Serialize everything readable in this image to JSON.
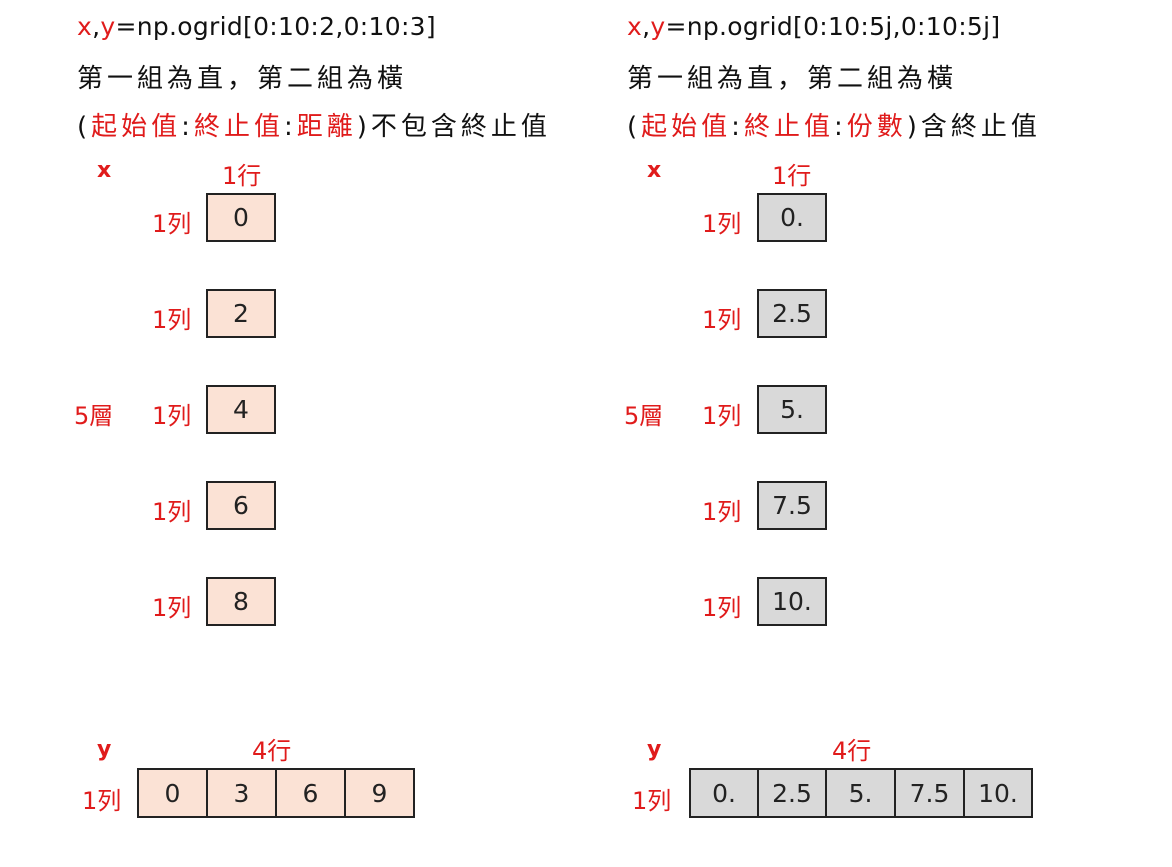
{
  "colors": {
    "red": "#e01b1b",
    "peach": "#fbe2d5",
    "gray": "#d9d9d9"
  },
  "left": {
    "code_x": "x",
    "code_comma": ",",
    "code_y": "y",
    "code_rest": "=np.ogrid[0:10:2,0:10:3]",
    "line2": "第一組為直，第二組為橫",
    "paren_open": "(",
    "start": "起始值",
    "colon1": ":",
    "stop": "終止值",
    "colon2": ":",
    "step": "距離",
    "paren_close": ")",
    "tail": "不包含終止值",
    "x_label": "x",
    "col_label": "1行",
    "layers_label": "5層",
    "x_rows": [
      {
        "row_label": "1列",
        "value": "0"
      },
      {
        "row_label": "1列",
        "value": "2"
      },
      {
        "row_label": "1列",
        "value": "4"
      },
      {
        "row_label": "1列",
        "value": "6"
      },
      {
        "row_label": "1列",
        "value": "8"
      }
    ],
    "y_label": "y",
    "y_col_label": "4行",
    "y_row_label": "1列",
    "y_values": [
      "0",
      "3",
      "6",
      "9"
    ]
  },
  "right": {
    "code_x": "x",
    "code_comma": ",",
    "code_y": "y",
    "code_rest": "=np.ogrid[0:10:5j,0:10:5j]",
    "line2": "第一組為直，第二組為橫",
    "paren_open": "(",
    "start": "起始值",
    "colon1": ":",
    "stop": "終止值",
    "colon2": ":",
    "step": "份數",
    "paren_close": ")",
    "tail": "含終止值",
    "x_label": "x",
    "col_label": "1行",
    "layers_label": "5層",
    "x_rows": [
      {
        "row_label": "1列",
        "value": "0."
      },
      {
        "row_label": "1列",
        "value": "2.5"
      },
      {
        "row_label": "1列",
        "value": "5."
      },
      {
        "row_label": "1列",
        "value": "7.5"
      },
      {
        "row_label": "1列",
        "value": "10."
      }
    ],
    "y_label": "y",
    "y_col_label": "4行",
    "y_row_label": "1列",
    "y_values": [
      "0.",
      "2.5",
      "5.",
      "7.5",
      "10."
    ]
  }
}
